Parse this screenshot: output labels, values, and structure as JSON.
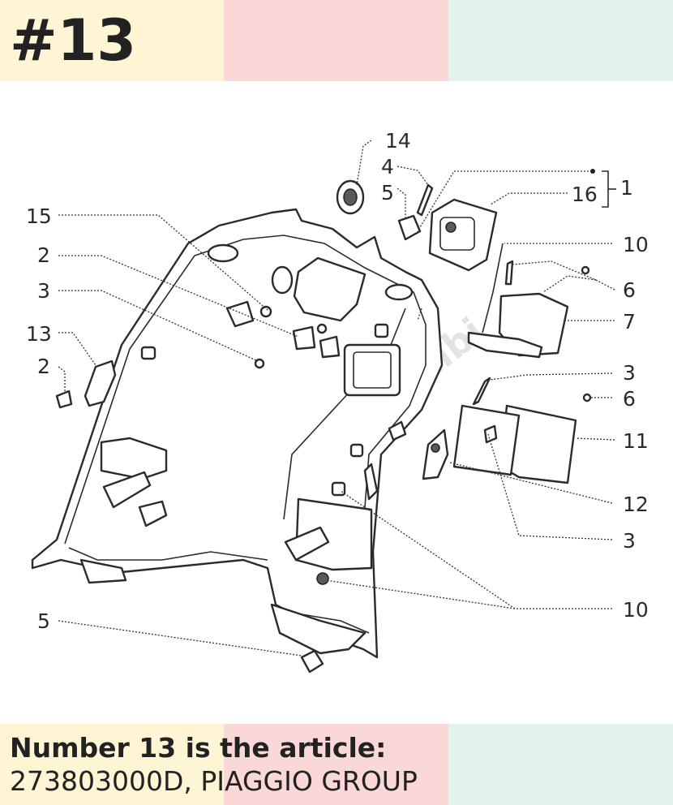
{
  "header": {
    "title": "#13"
  },
  "caption": {
    "line1": "Number 13 is the article:",
    "line2": "273803000D, PIAGGIO GROUP"
  },
  "watermark": {
    "text": "motoricambi"
  },
  "diagram": {
    "callouts": {
      "c1": "1",
      "c2a": "2",
      "c2b": "2",
      "c3a": "3",
      "c3b": "3",
      "c3c": "3",
      "c4": "4",
      "c5a": "5",
      "c5b": "5",
      "c6a": "6",
      "c6b": "6",
      "c7": "7",
      "c10a": "10",
      "c10b": "10",
      "c11": "11",
      "c12": "12",
      "c13": "13",
      "c14": "14",
      "c15": "15",
      "c16": "16"
    }
  },
  "colors": {
    "band_yellow": "#fdf5d3",
    "band_pink": "#fad8d8",
    "band_mint": "#e2f3ec",
    "text": "#222222"
  }
}
